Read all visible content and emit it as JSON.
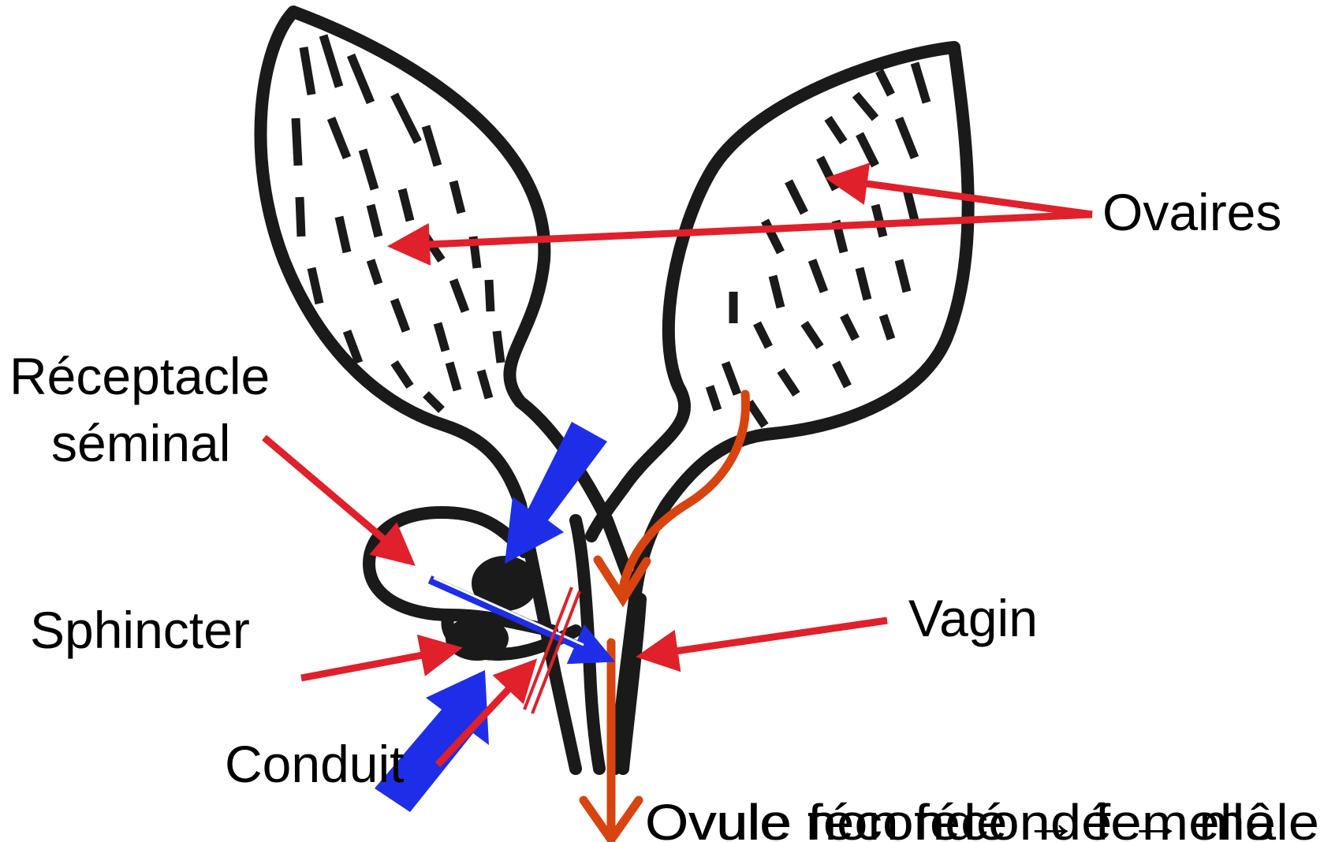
{
  "labels": {
    "ovaires": "Ovaires",
    "receptacle_line1": "Réceptacle",
    "receptacle_line2": "séminal",
    "sphincter": "Sphincter",
    "conduit": "Conduit",
    "vagin": "Vagin",
    "ovule_non_feconde": "Ovule non fécondé → mâle",
    "ovule_feconde": "Ovule fécondé → femelle"
  },
  "colors": {
    "outline": "#1a1a1a",
    "red_arrow": "#e0202a",
    "blue_arrow": "#1e2ee8",
    "orange_path": "#d84410"
  }
}
